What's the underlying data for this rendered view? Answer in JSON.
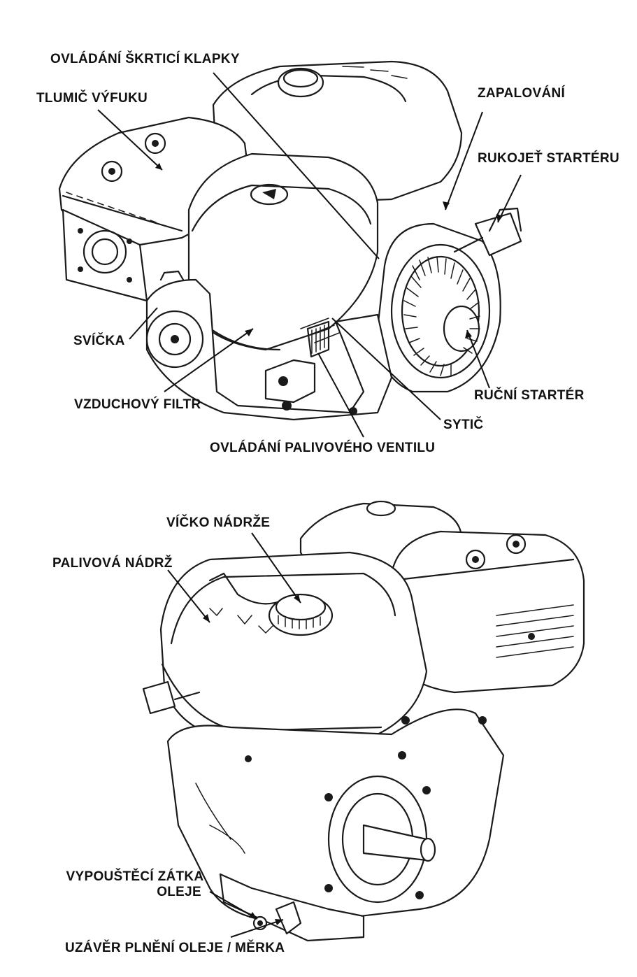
{
  "top_view": {
    "labels": {
      "throttle": "OVLÁDÁNÍ ŠKRTICÍ KLAPKY",
      "muffler": "TLUMIČ VÝFUKU",
      "ignition": "ZAPALOVÁNÍ",
      "starter_grip": "RUKOJEŤ STARTÉRU",
      "spark_plug": "SVÍČKA",
      "recoil_starter": "RUČNÍ STARTÉR",
      "air_filter": "VZDUCHOVÝ FILTR",
      "choke": "SYTIČ",
      "fuel_valve": "OVLÁDÁNÍ PALIVOVÉHO VENTILU"
    }
  },
  "bottom_view": {
    "labels": {
      "fuel_cap": "VÍČKO NÁDRŽE",
      "fuel_tank": "PALIVOVÁ NÁDRŽ",
      "drain_plug_line1": "VYPOUŠTĚCÍ ZÁTKA",
      "drain_plug_line2": "OLEJE",
      "oil_filler": "UZÁVĚR PLNĚNÍ OLEJE / MĚRKA"
    }
  }
}
